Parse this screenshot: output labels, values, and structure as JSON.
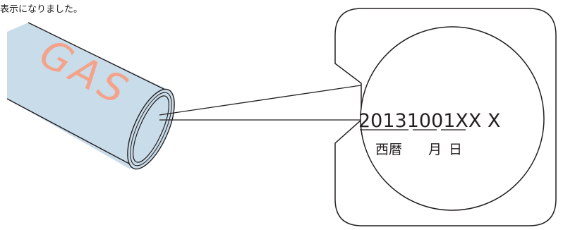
{
  "caption": "表示になりました。",
  "pipe": {
    "label": "GAS",
    "fill_color": "#c9dcea",
    "label_color": "#f4a38a"
  },
  "magnifier": {
    "code_text": "20131001XX X",
    "code_segments": [
      "2013",
      "10",
      "01",
      "XX X"
    ],
    "underlined_segments": [
      0,
      1,
      2
    ],
    "labels": {
      "year": "西暦",
      "month": "月",
      "day": "日"
    }
  }
}
